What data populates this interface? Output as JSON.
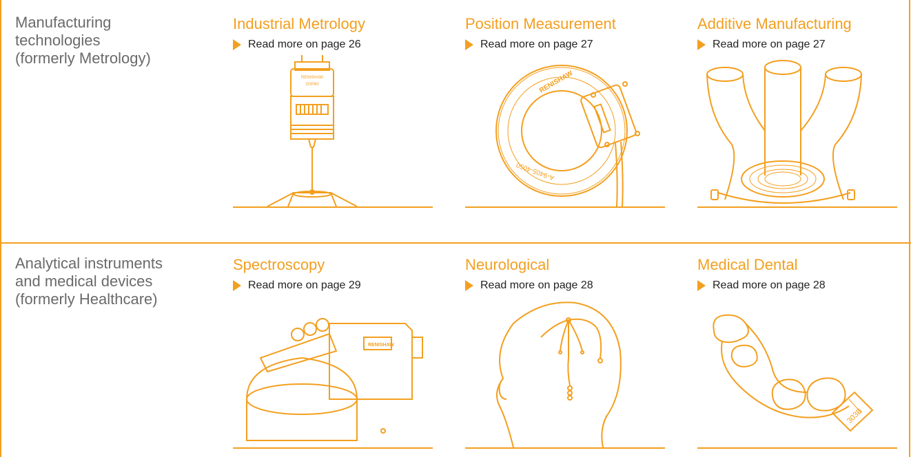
{
  "rows": [
    {
      "category_lines": [
        "Manufacturing",
        "technologies",
        "(formerly Metrology)"
      ],
      "items": [
        {
          "title": "Industrial Metrology",
          "link": "Read more on page 26",
          "icon": "cmm-probe-icon",
          "brand": "RENISHAW",
          "model": "OSP60"
        },
        {
          "title": "Position Measurement",
          "link": "Read more on page 27",
          "icon": "encoder-ring-icon",
          "brand": "RENISHAW",
          "part": "A-9405-4050"
        },
        {
          "title": "Additive Manufacturing",
          "link": "Read more on page 27",
          "icon": "additive-part-icon"
        }
      ]
    },
    {
      "category_lines": [
        "Analytical instruments",
        "and medical devices",
        "(formerly Healthcare)"
      ],
      "items": [
        {
          "title": "Spectroscopy",
          "link": "Read more on page 29",
          "icon": "raman-microscope-icon",
          "brand": "RENISHAW"
        },
        {
          "title": "Neurological",
          "link": "Read more on page 28",
          "icon": "head-electrodes-icon"
        },
        {
          "title": "Medical Dental",
          "link": "Read more on page 28",
          "icon": "dental-bridge-icon",
          "tag": "303B"
        }
      ]
    }
  ],
  "colors": {
    "accent": "#f39f1f",
    "category_text": "#6a6a6a",
    "body_text": "#222222"
  }
}
